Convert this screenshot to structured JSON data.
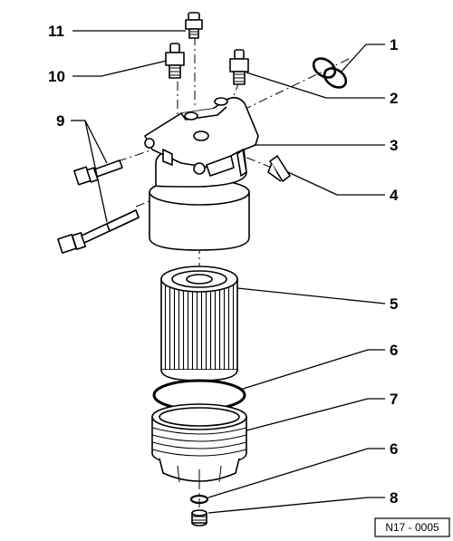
{
  "callouts": [
    {
      "number": "1"
    },
    {
      "number": "2"
    },
    {
      "number": "3"
    },
    {
      "number": "4"
    },
    {
      "number": "5"
    },
    {
      "number": "6"
    },
    {
      "number": "7"
    },
    {
      "number": "6"
    },
    {
      "number": "8"
    },
    {
      "number": "9"
    },
    {
      "number": "10"
    },
    {
      "number": "11"
    }
  ],
  "figure_ref": "N17 - 0005",
  "colors": {
    "line": "#000000",
    "background": "#ffffff"
  }
}
